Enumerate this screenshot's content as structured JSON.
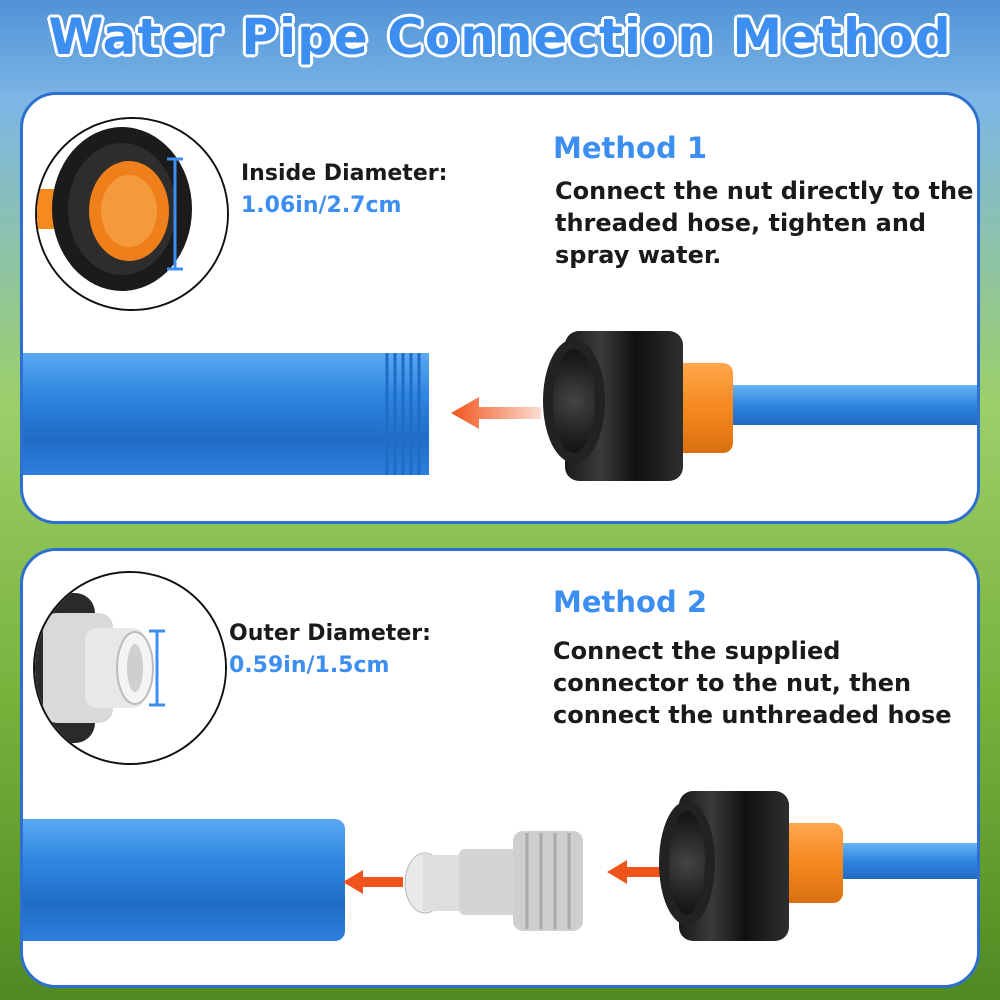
{
  "title": "Water Pipe Connection Method",
  "method1": {
    "heading": "Method 1",
    "description": "Connect the nut directly to the threaded hose, tighten and spray water.",
    "dimension_label": "Inside Diameter:",
    "dimension_value": "1.06in/2.7cm"
  },
  "method2": {
    "heading": "Method 2",
    "description": "Connect the supplied connector to the nut, then connect the unthreaded hose",
    "dimension_label": "Outer Diameter:",
    "dimension_value": "0.59in/1.5cm"
  },
  "colors": {
    "accent": "#3c8ef0",
    "panel_border": "#2f6fd0",
    "pipe": "#2f86e0",
    "arrow": "#f0541c",
    "orange": "#f58a1f"
  }
}
